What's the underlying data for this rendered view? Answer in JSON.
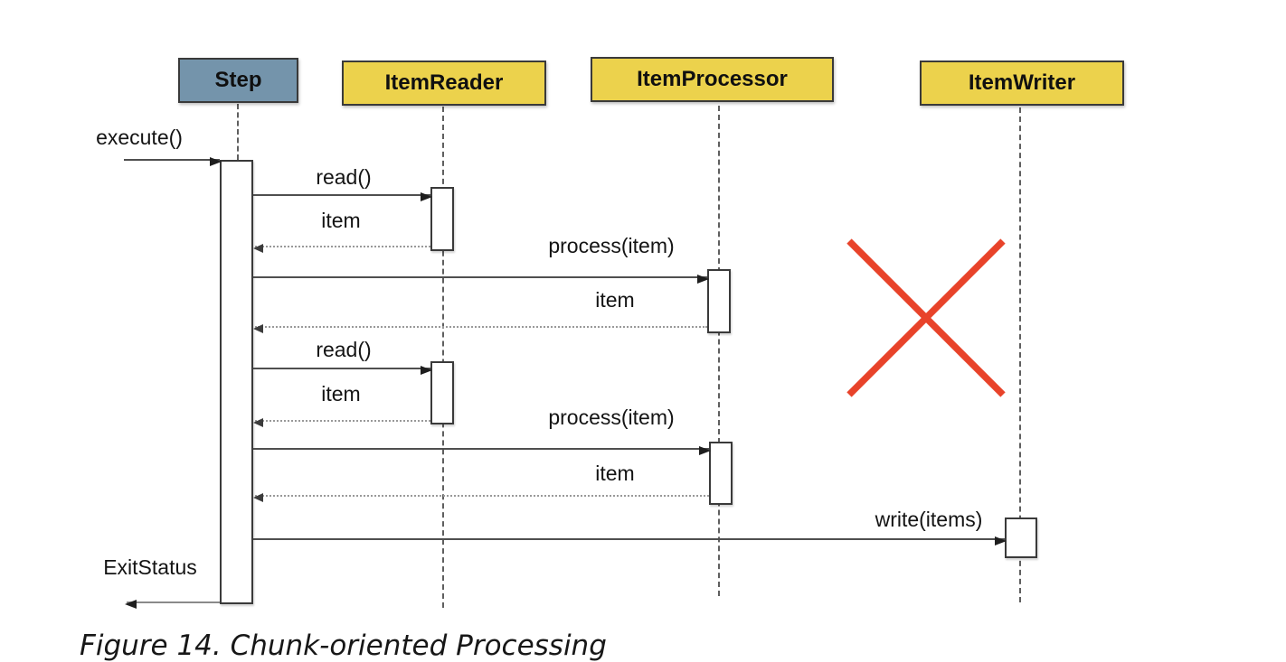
{
  "diagram": {
    "caption": "Figure 14. Chunk-oriented Processing",
    "participants": [
      {
        "id": "step",
        "label": "Step"
      },
      {
        "id": "item-reader",
        "label": "ItemReader"
      },
      {
        "id": "item-processor",
        "label": "ItemProcessor"
      },
      {
        "id": "item-writer",
        "label": "ItemWriter"
      }
    ],
    "messages": [
      {
        "label": "execute()",
        "kind": "call",
        "from": "caller",
        "to": "Step"
      },
      {
        "label": "read()",
        "kind": "call",
        "from": "Step",
        "to": "ItemReader"
      },
      {
        "label": "item",
        "kind": "return",
        "from": "ItemReader",
        "to": "Step"
      },
      {
        "label": "process(item)",
        "kind": "call",
        "from": "Step",
        "to": "ItemProcessor"
      },
      {
        "label": "item",
        "kind": "return",
        "from": "ItemProcessor",
        "to": "Step"
      },
      {
        "label": "read()",
        "kind": "call",
        "from": "Step",
        "to": "ItemReader"
      },
      {
        "label": "item",
        "kind": "return",
        "from": "ItemReader",
        "to": "Step"
      },
      {
        "label": "process(item)",
        "kind": "call",
        "from": "Step",
        "to": "ItemProcessor"
      },
      {
        "label": "item",
        "kind": "return",
        "from": "ItemProcessor",
        "to": "Step"
      },
      {
        "label": "write(items)",
        "kind": "call",
        "from": "Step",
        "to": "ItemWriter"
      },
      {
        "label": "ExitStatus",
        "kind": "return",
        "from": "Step",
        "to": "caller"
      }
    ],
    "annotation": {
      "type": "red-cross"
    }
  },
  "colors": {
    "step_fill": "#7494ab",
    "participant_fill": "#ecd24c",
    "box_border": "#3a3a3a",
    "line": "#4f4f4f",
    "return_line": "#999999",
    "arrowhead": "#1e1e1e",
    "lifeline": "#5f5f5f",
    "cross_red": "#e8432a",
    "label_color": "#141414"
  }
}
